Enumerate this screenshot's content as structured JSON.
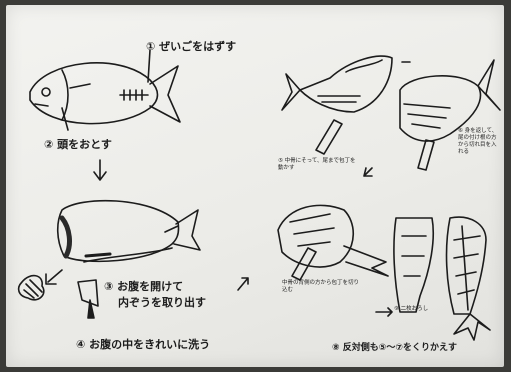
{
  "steps": {
    "s1": "① ぜいごをはずす",
    "s2": "② 頭をおとす",
    "s3_line1": "③ お腹を開けて",
    "s3_line2": "内ぞうを取り出す",
    "s4": "④ お腹の中をきれいに洗う",
    "s5": "⑤ 中骨にそって、尾まで包丁を動かす",
    "s6": "⑥ 身を返して、尾の付け根の方から切れ目を入れる",
    "s7": "中骨の背側の方から包丁を切り込む",
    "s8": "⑧ 反対側も⑤～⑦をくりかえす",
    "s9": "⑨ 二枚おろし"
  },
  "colors": {
    "paper": "#f0f0ec",
    "ink": "#1c1c1c",
    "background": "#3b3b38"
  }
}
